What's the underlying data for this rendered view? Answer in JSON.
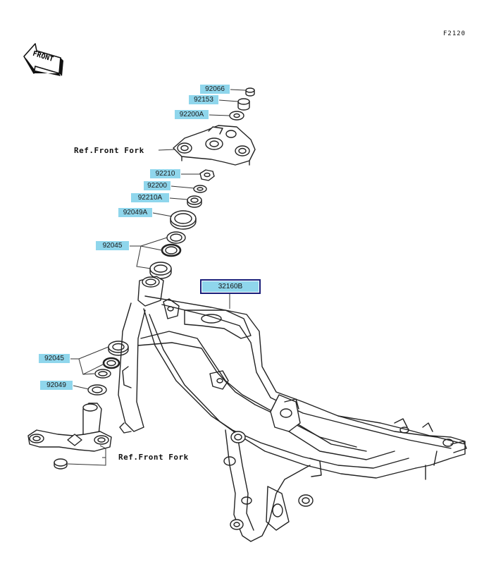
{
  "diagram": {
    "code": "F2120",
    "front_label": "FRONT",
    "refs": [
      "Ref.Front Fork",
      "Ref.Front Fork"
    ],
    "parts": [
      {
        "id": "92066"
      },
      {
        "id": "92153"
      },
      {
        "id": "92200A"
      },
      {
        "id": "92210"
      },
      {
        "id": "92200"
      },
      {
        "id": "92210A"
      },
      {
        "id": "92049A"
      },
      {
        "id": "92045"
      },
      {
        "id": "32160B"
      },
      {
        "id": "92045"
      },
      {
        "id": "92049"
      }
    ]
  }
}
